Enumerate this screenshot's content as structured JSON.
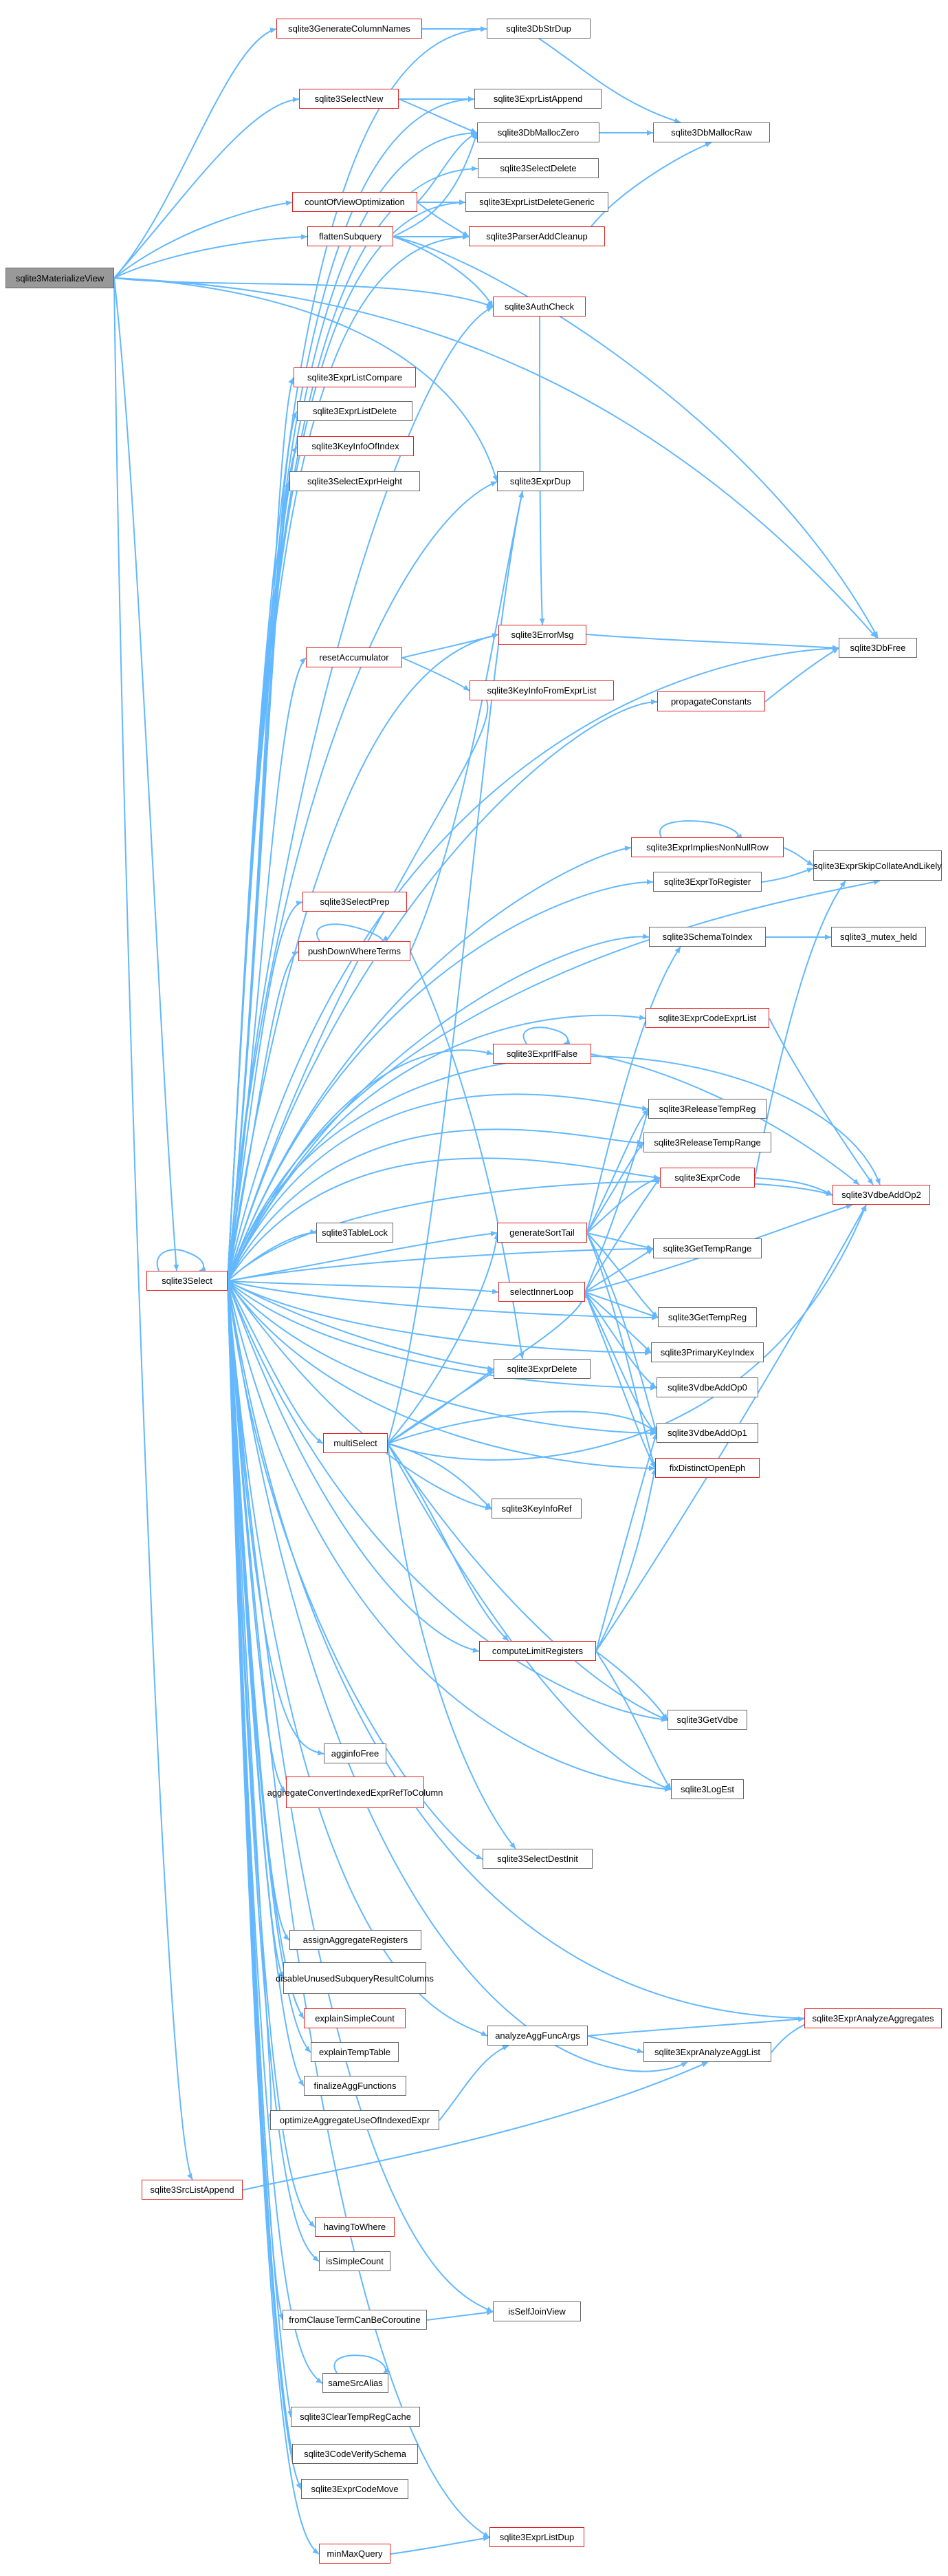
{
  "graph": {
    "nodes": {
      "n_materialize": "sqlite3MaterializeView",
      "n_gencol": "sqlite3GenerateColumnNames",
      "n_dbstrdup": "sqlite3DbStrDup",
      "n_selectnew": "sqlite3SelectNew",
      "n_exprlistappend": "sqlite3ExprListAppend",
      "n_dbmalloczero": "sqlite3DbMallocZero",
      "n_dbmallocraw": "sqlite3DbMallocRaw",
      "n_selectdelete": "sqlite3SelectDelete",
      "n_countof": "countOfViewOptimization",
      "n_exprlistdelgen": "sqlite3ExprListDeleteGeneric",
      "n_flatten": "flattenSubquery",
      "n_parseradd": "sqlite3ParserAddCleanup",
      "n_authcheck": "sqlite3AuthCheck",
      "n_exprlistcompare": "sqlite3ExprListCompare",
      "n_exprlistdelete": "sqlite3ExprListDelete",
      "n_keyinfoofindex": "sqlite3KeyInfoOfIndex",
      "n_selectexprheight": "sqlite3SelectExprHeight",
      "n_exprdup": "sqlite3ExprDup",
      "n_resetacc": "resetAccumulator",
      "n_errormsg": "sqlite3ErrorMsg",
      "n_dbfree": "sqlite3DbFree",
      "n_keyinfofromexprlist": "sqlite3KeyInfoFromExprList",
      "n_propagate": "propagateConstants",
      "n_exprimplies": "sqlite3ExprImpliesNonNullRow",
      "n_exprskip": "sqlite3ExprSkipCollateAndLikely",
      "n_exprtoreg": "sqlite3ExprToRegister",
      "n_selectprep": "sqlite3SelectPrep",
      "n_pushdown": "pushDownWhereTerms",
      "n_schematoindex": "sqlite3SchemaToIndex",
      "n_mutexheld": "sqlite3_mutex_held",
      "n_exprcodeexprlist": "sqlite3ExprCodeExprList",
      "n_exprisfalse": "sqlite3ExprIfFalse",
      "n_releasetempreg": "sqlite3ReleaseTempReg",
      "n_releasetemprange": "sqlite3ReleaseTempRange",
      "n_exprcode": "sqlite3ExprCode",
      "n_vdbeaddop2": "sqlite3VdbeAddOp2",
      "n_tablelock": "sqlite3TableLock",
      "n_gensorttail": "generateSortTail",
      "n_gettemprange": "sqlite3GetTempRange",
      "n_select": "sqlite3Select",
      "n_selectinner": "selectInnerLoop",
      "n_gettempreg": "sqlite3GetTempReg",
      "n_primarykeyindex": "sqlite3PrimaryKeyIndex",
      "n_vdbeaddop0": "sqlite3VdbeAddOp0",
      "n_exprdelete": "sqlite3ExprDelete",
      "n_multiselect": "multiSelect",
      "n_vdbeaddop1": "sqlite3VdbeAddOp1",
      "n_fixdistinct": "fixDistinctOpenEph",
      "n_keyinforef": "sqlite3KeyInfoRef",
      "n_computelimit": "computeLimitRegisters",
      "n_getvdbe": "sqlite3GetVdbe",
      "n_agginfofree": "agginfoFree",
      "n_aggconvert": "aggregateConvertIndexedExprRefToColumn",
      "n_log": "sqlite3LogEst",
      "n_selectdestinit": "sqlite3SelectDestInit",
      "n_assignagg": "assignAggregateRegisters",
      "n_disableunused": "disableUnusedSubqueryResultColumns",
      "n_explainsimple": "explainSimpleCount",
      "n_analyzeaggfunc": "analyzeAggFuncArgs",
      "n_expranalyzeagg": "sqlite3ExprAnalyzeAggregates",
      "n_explaintemp": "explainTempTable",
      "n_expranalyzeagglist": "sqlite3ExprAnalyzeAggList",
      "n_finalizeagg": "finalizeAggFunctions",
      "n_optimizeagg": "optimizeAggregateUseOfIndexedExpr",
      "n_srclistappend": "sqlite3SrcListAppend",
      "n_havingtowhere": "havingToWhere",
      "n_issimplecount": "isSimpleCount",
      "n_fromclause": "fromClauseTermCanBeCoroutine",
      "n_isselfjoin": "isSelfJoinView",
      "n_samesrcalias": "sameSrcAlias",
      "n_cleartemp": "sqlite3ClearTempRegCache",
      "n_codeverify": "sqlite3CodeVerifySchema",
      "n_exprcodemove": "sqlite3ExprCodeMove",
      "n_minmax": "minMaxQuery",
      "n_exprlistdup": "sqlite3ExprListDup"
    }
  }
}
